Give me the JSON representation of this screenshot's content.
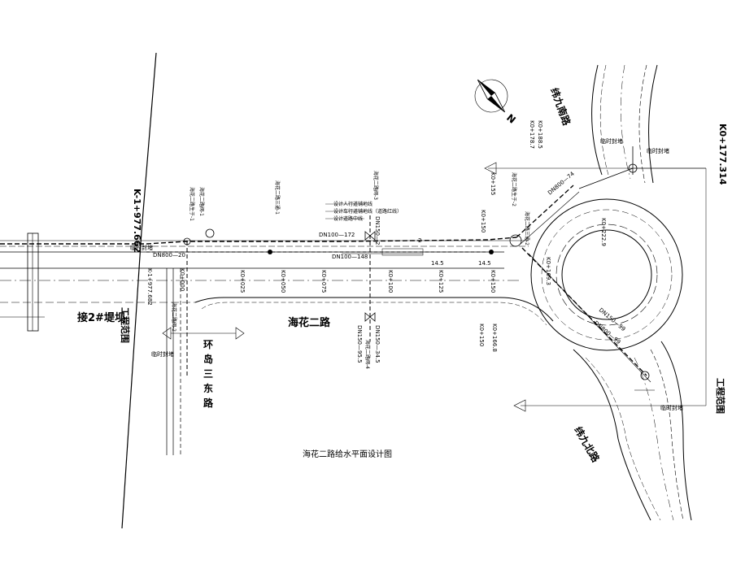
{
  "title": "海花二路给水平面设计图",
  "roads": {
    "main": "海花二路",
    "north": "纬九南路",
    "south": "纬九北路",
    "west_dam": "接2#堤坝",
    "island_road": [
      "环",
      "岛",
      "三",
      "东",
      "路"
    ]
  },
  "boundary": {
    "left": "工程范围",
    "right": "工程范围",
    "left_chainage": "K-1+977.662",
    "right_chainage": "K0+177.314"
  },
  "chainages_main": [
    "K0+025",
    "K0+050",
    "K0+075",
    "K0+100",
    "K0+125",
    "K0+150"
  ],
  "chainages_west": [
    "K-1+977.682",
    "K0+000"
  ],
  "chainages_ring": [
    "K0+188.5",
    "K0+178.7",
    "K0+155",
    "K0+150",
    "K0+222.9",
    "K0+169.3",
    "K0+166.8",
    "K0+150"
  ],
  "pipes": {
    "dn800_20": "DN800—20",
    "dn100_172": "DN100—172",
    "dn100_148": "DN100—148",
    "dn150_2": "DN150—2",
    "dn150_345": "DN150—34.5",
    "dn150_955": "DN150—95.5",
    "dn800_74": "DN800—74",
    "dn150_99": "DN150—99",
    "dn800_99": "DN800—99"
  },
  "legend": [
    "设计人行道铺地线",
    "设计车行道铺地线（道路红线）",
    "设计道路中线"
  ],
  "labels": {
    "connect": "临时封堵",
    "north_arrow": "N",
    "width_a": "14.5",
    "width_b": "14.5",
    "width_c": "2"
  },
  "node_tags": [
    "海花二路生于-1",
    "海花二路阀-1",
    "海花二路阀-2",
    "海花二路三通-1",
    "海花二路阀-3",
    "海花二路阀-4",
    "海花二路生于-2",
    "海花二路三通-2"
  ]
}
